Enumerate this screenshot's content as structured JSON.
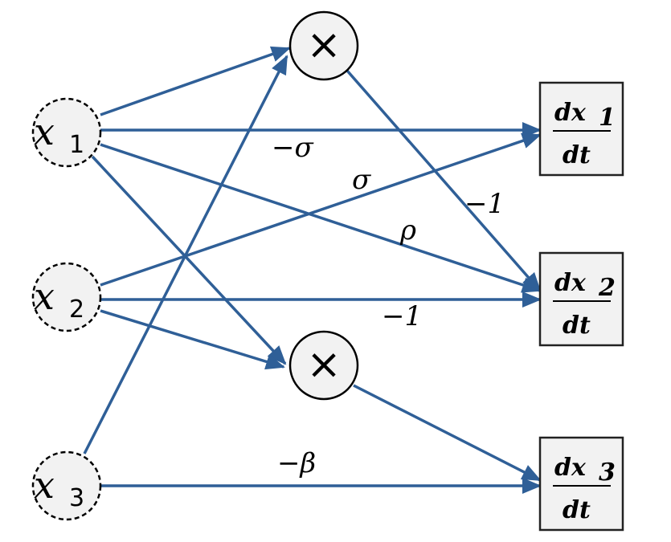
{
  "inputs": [
    {
      "var": "x",
      "sub": "1"
    },
    {
      "var": "x",
      "sub": "2"
    },
    {
      "var": "x",
      "sub": "3"
    }
  ],
  "multiply_symbol": "×",
  "outputs": [
    {
      "num": "dx",
      "sub": "1",
      "den": "dt"
    },
    {
      "num": "dx",
      "sub": "2",
      "den": "dt"
    },
    {
      "num": "dx",
      "sub": "3",
      "den": "dt"
    }
  ],
  "edge_labels": {
    "neg_sigma": "−σ",
    "sigma": "σ",
    "neg_one_a": "−1",
    "rho": "ρ",
    "neg_one_b": "−1",
    "neg_beta": "−β"
  },
  "colors": {
    "edge": "#2f5f97",
    "node_fill": "#f2f2f2"
  }
}
